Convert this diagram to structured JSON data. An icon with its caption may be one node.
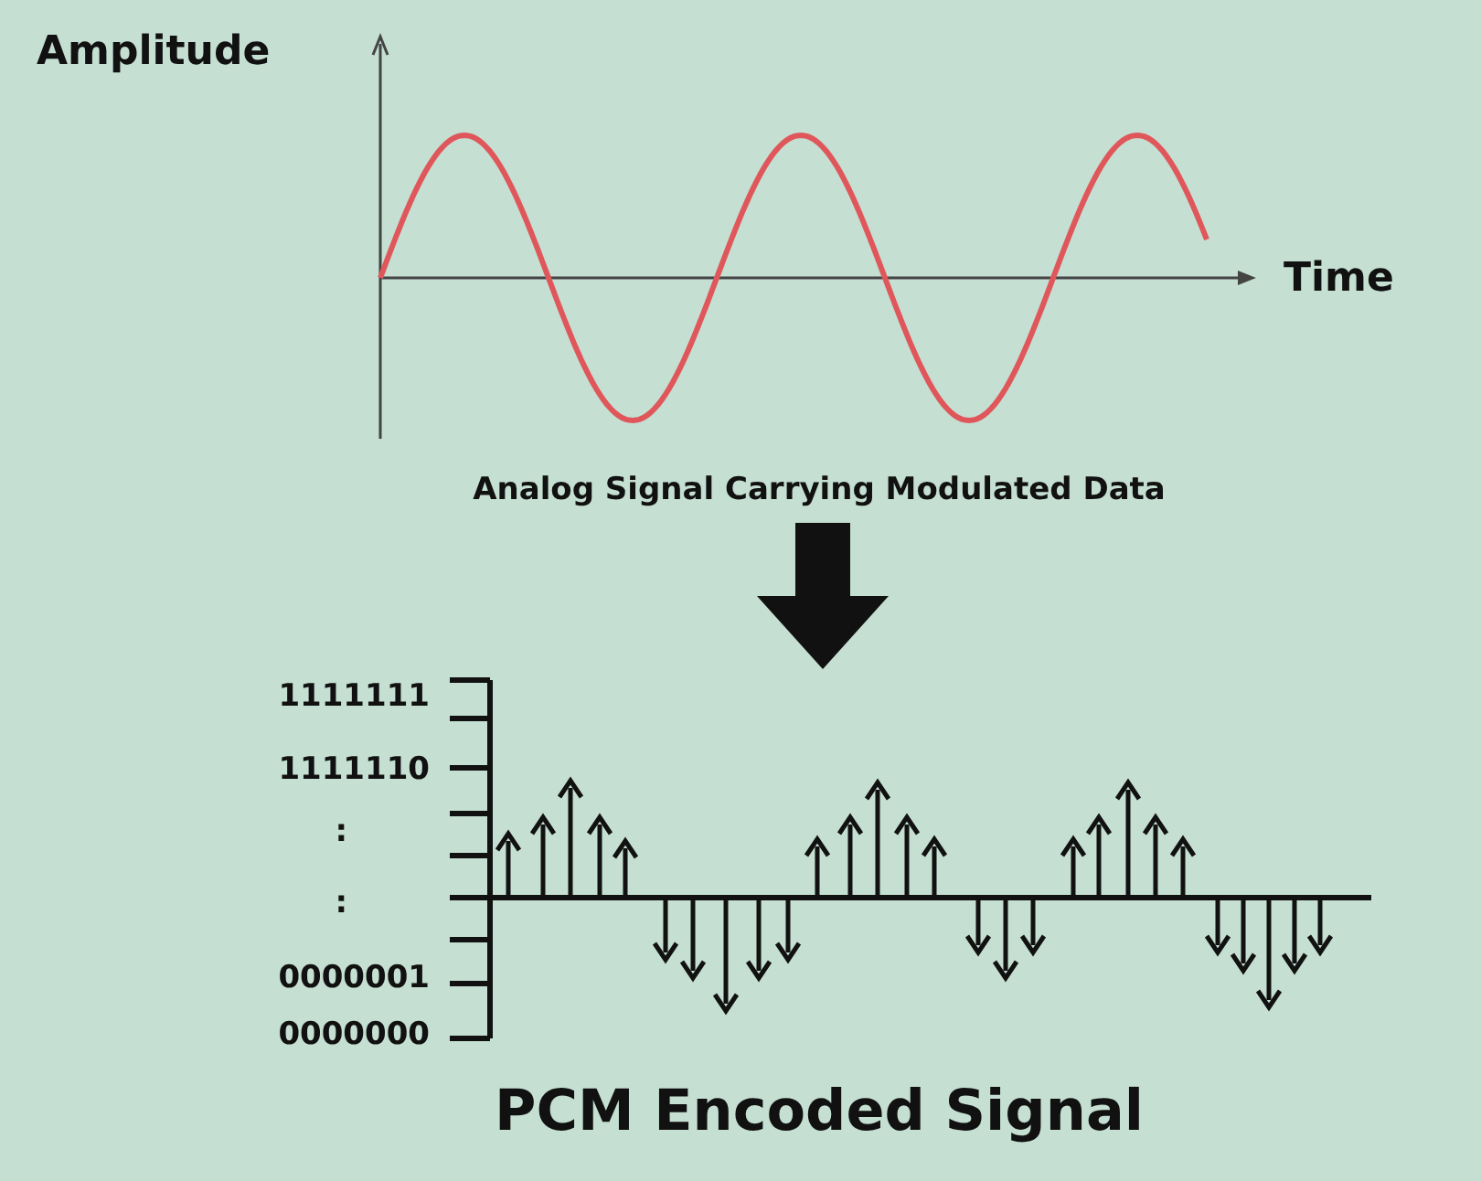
{
  "diagram": {
    "nodes": [
      {
        "text": [],
        "shape": "picture",
        "beside": [
          "Amplitude",
          "Time",
          "Analog Signal Carrying Modulated Data"
        ]
      },
      {
        "text": [],
        "shape": "picture",
        "beside": [
          "1111111",
          "1111110",
          ":",
          ":",
          "0000001",
          "0000000",
          "PCM Encoded Signal"
        ]
      }
    ],
    "edges": [
      {
        "from": 0,
        "to": 1,
        "arrow": "to"
      }
    ]
  }
}
